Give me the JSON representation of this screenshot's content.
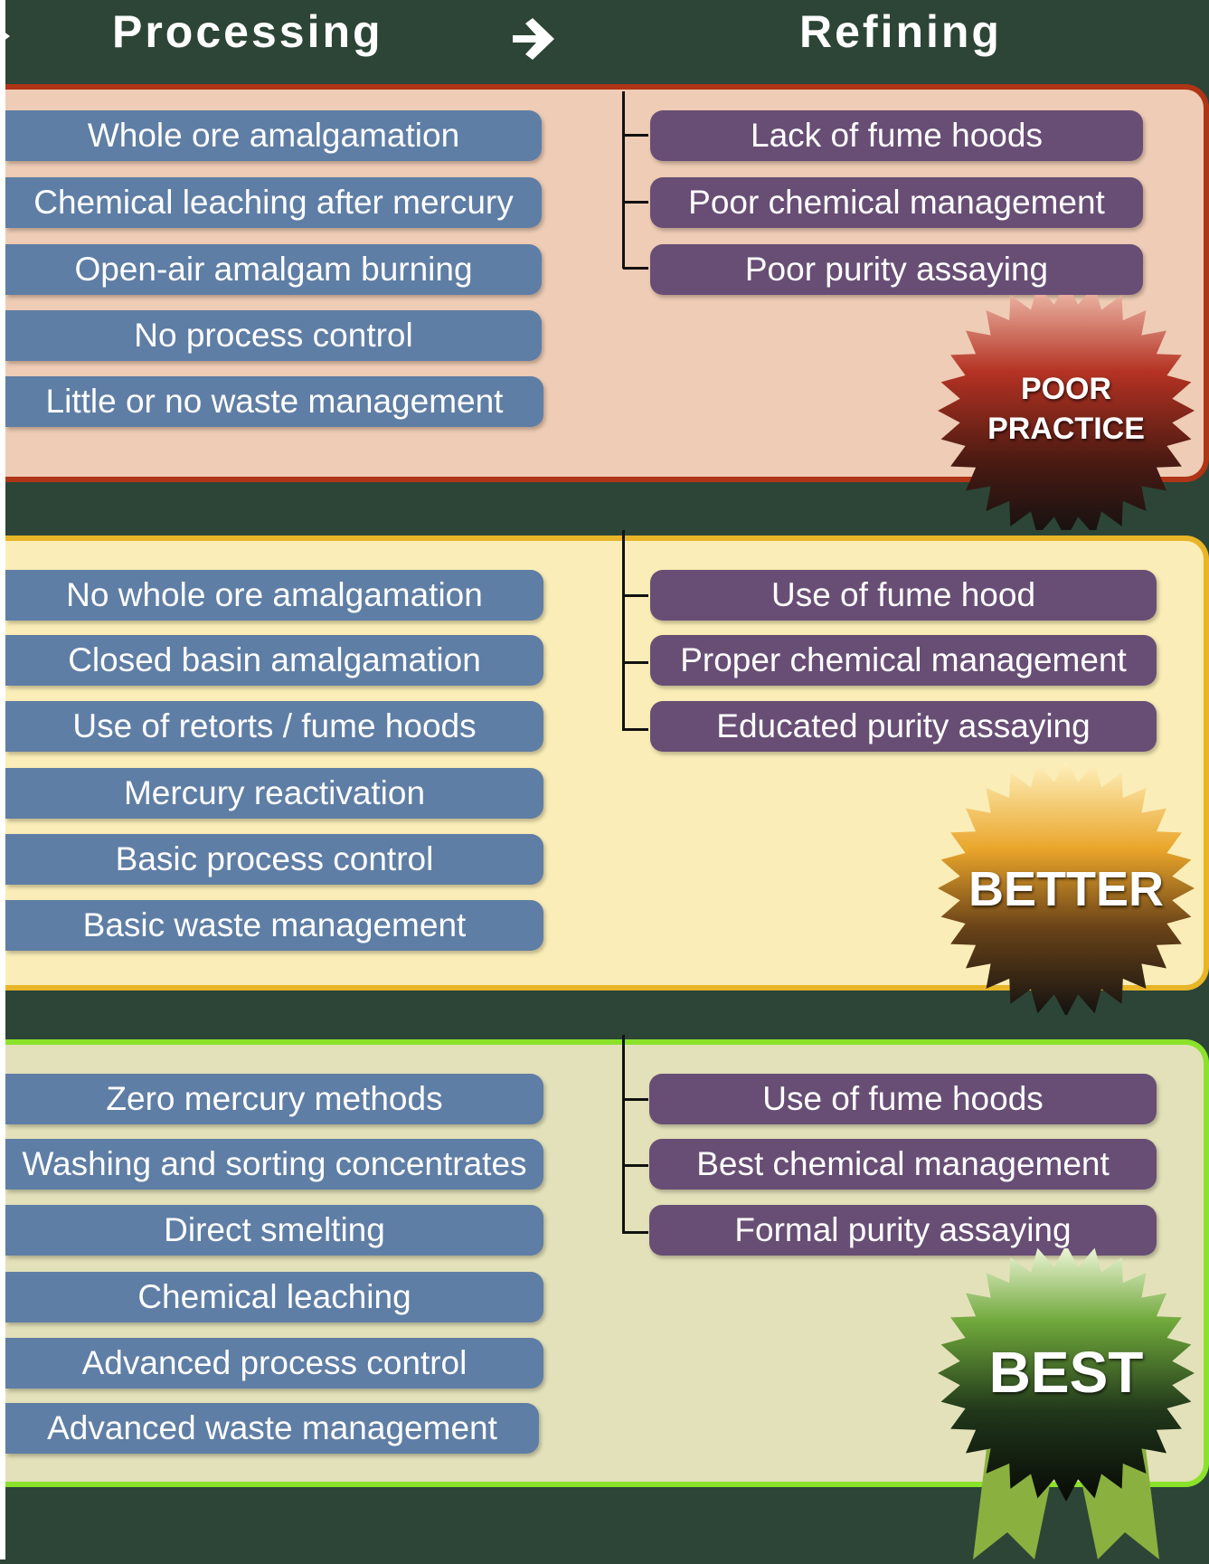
{
  "header": {
    "processing": "Processing",
    "refining": "Refining"
  },
  "levels": {
    "poor": {
      "processing": [
        "Whole ore amalgamation",
        "Chemical leaching after mercury",
        "Open-air amalgam burning",
        "No process control",
        "Little or no waste management"
      ],
      "refining": [
        "Lack of fume hoods",
        "Poor chemical management",
        "Poor purity assaying"
      ],
      "badge": {
        "line1": "POOR",
        "line2": "PRACTICE"
      }
    },
    "better": {
      "processing": [
        "No whole ore amalgamation",
        "Closed basin amalgamation",
        "Use of retorts / fume hoods",
        "Mercury reactivation",
        "Basic process control",
        "Basic waste management"
      ],
      "refining": [
        "Use of fume hood",
        "Proper chemical management",
        "Educated purity assaying"
      ],
      "badge": {
        "label": "BETTER"
      }
    },
    "best": {
      "processing": [
        "Zero mercury methods",
        "Washing and sorting concentrates",
        "Direct smelting",
        "Chemical leaching",
        "Advanced process control",
        "Advanced waste management"
      ],
      "refining": [
        "Use of fume hoods",
        "Best chemical management",
        "Formal purity assaying"
      ],
      "badge": {
        "label": "BEST"
      }
    }
  },
  "colors": {
    "background": "#2c4536",
    "processing_pill": "#5f7ea5",
    "refining_pill": "#684e75",
    "poor_border": "#b03416",
    "better_border": "#e8b528",
    "best_border": "#8be22b"
  }
}
